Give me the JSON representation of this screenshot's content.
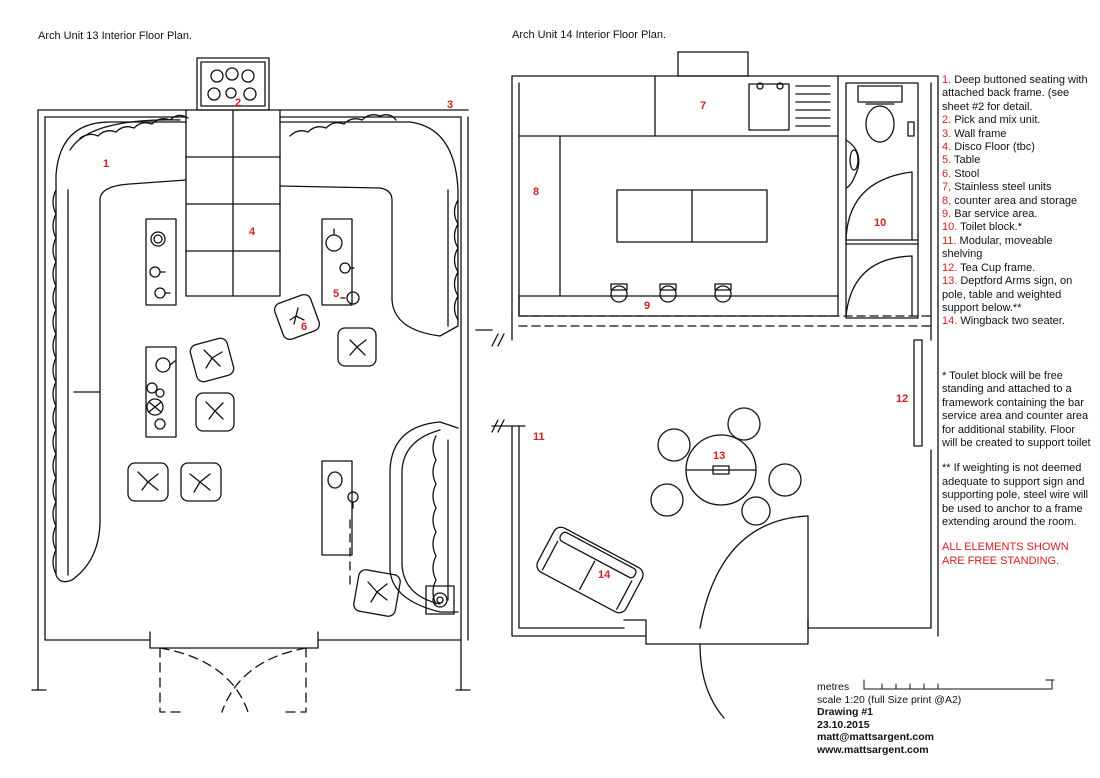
{
  "titles": {
    "unit13": "Arch Unit 13 Interior Floor Plan.",
    "unit14": "Arch Unit 14 Interior Floor Plan."
  },
  "legend": [
    {
      "num": "1.",
      "text": "Deep buttoned seating with attached back frame. (see sheet #2 for detail."
    },
    {
      "num": "2.",
      "text": "Pick and mix unit."
    },
    {
      "num": "3.",
      "text": "Wall frame"
    },
    {
      "num": "4.",
      "text": "Disco Floor (tbc)"
    },
    {
      "num": "5.",
      "text": "Table"
    },
    {
      "num": "6.",
      "text": "Stool"
    },
    {
      "num": "7,",
      "text": "Stainless steel units"
    },
    {
      "num": "8,",
      "text": "counter area and storage"
    },
    {
      "num": "9.",
      "text": "Bar service area."
    },
    {
      "num": "10.",
      "text": "Toilet block.*"
    },
    {
      "num": "11.",
      "text": "Modular, moveable shelving"
    },
    {
      "num": "12.",
      "text": "Tea Cup frame."
    },
    {
      "num": "13.",
      "text": "Deptford Arms sign, on pole, table and weighted support below.**"
    },
    {
      "num": "14.",
      "text": "Wingback two seater."
    }
  ],
  "notes": {
    "toilet": "* Toulet block will be free standing and attached to a framework containing the bar service area and counter area for additional stability. Floor will be created to support toilet",
    "weighting": "** If weighting is not deemed adequate to support sign and supporting pole, steel wire will be used to anchor to a frame extending around the room.",
    "free_standing": "ALL ELEMENTS SHOWN ARE FREE STANDING."
  },
  "tags": {
    "t1": "1",
    "t2": "2",
    "t3": "3",
    "t4": "4",
    "t5": "5",
    "t6": "6",
    "t7": "7",
    "t8": "8",
    "t9": "9",
    "t10": "10",
    "t11": "11",
    "t12": "12",
    "t13": "13",
    "t14": "14"
  },
  "title_block": {
    "scale_label": "metres",
    "scale_text": "scale 1:20 (full Size print @A2)",
    "drawing": "Drawing #1",
    "date": "23.10.2015",
    "email": "matt@mattsargent.com",
    "website": "www.mattsargent.com"
  },
  "colors": {
    "annotation": "#d42020",
    "linework": "#111111"
  }
}
